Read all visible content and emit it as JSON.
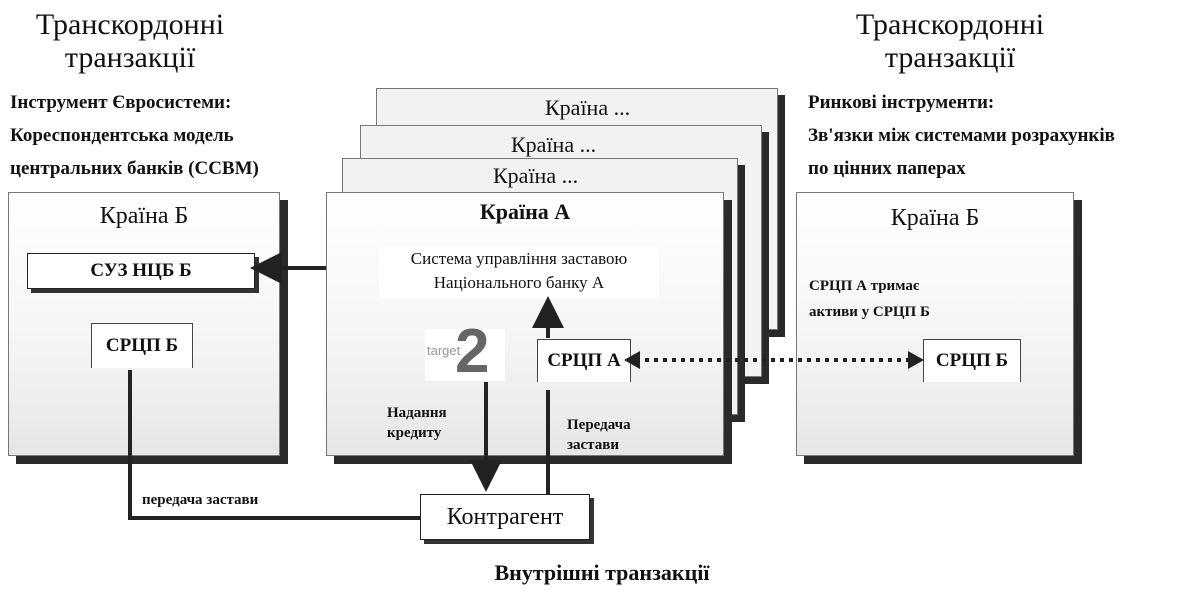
{
  "left_header": {
    "title_line1": "Транскордонні",
    "title_line2": "транзакції",
    "sub_line1": "Інструмент Євросистеми:",
    "sub_line2": "Кореспондентська модель",
    "sub_line3": "центральних банків (CCBM)"
  },
  "right_header": {
    "title_line1": "Транскордонні",
    "title_line2": "транзакції",
    "sub_line1": "Ринкові інструменти:",
    "sub_line2": "Зв'язки між системами розрахунків",
    "sub_line3": "по цінних  паперах"
  },
  "left_panel": {
    "title": "Країна Б",
    "suz_box": "СУЗ НЦБ Б",
    "srcp_box": "СРЦП Б"
  },
  "center_stack": {
    "layer1": "Країна ...",
    "layer2": "Країна ...",
    "layer3": "Країна ...",
    "title": "Країна А",
    "system_line1": "Система управління заставою",
    "system_line2": "Національного банку А",
    "target_text": "target",
    "target_digit": "2",
    "srcp_box": "СРЦП А",
    "credit_line1": "Надання",
    "credit_line2": "кредиту",
    "transfer_line1": "Передача",
    "transfer_line2": "застави"
  },
  "right_panel": {
    "title": "Країна Б",
    "note_line1": "СРЦП А тримає",
    "note_line2": "активи у СРЦП Б",
    "srcp_box": "СРЦП Б"
  },
  "counterparty": "Контрагент",
  "transfer_label": "передача застави",
  "footer": "Внутрішні транзакції"
}
